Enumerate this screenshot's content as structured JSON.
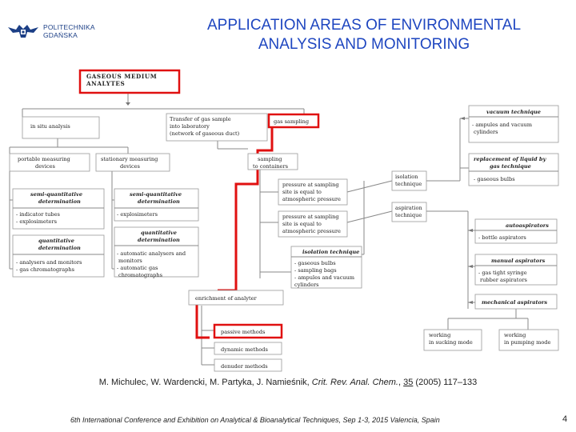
{
  "logo": {
    "line1": "POLITECHNIKA",
    "line2": "GDAŃSKA"
  },
  "title": {
    "line1": "APPLICATION AREAS OF ENVIRONMENTAL",
    "line2": "ANALYSIS AND MONITORING"
  },
  "diagram": {
    "gaseous_medium": [
      "GASEOUS MEDIUM",
      "ANALYTES"
    ],
    "in_situ": "in situ analysis",
    "transfer": [
      "Transfer of gas sample",
      "into laboratory",
      "(network of gaseous duct)"
    ],
    "gas_sampling": "gas sampling",
    "portable": [
      "portable measuring",
      "devices"
    ],
    "stationary": [
      "stationary measuring",
      "devices"
    ],
    "sampling_containers": [
      "sampling",
      "to containers"
    ],
    "semi_quant_left": [
      "semi-quantitative",
      "determination"
    ],
    "semi_quant_left_items": [
      "- indicator tubes",
      "- explosimeters"
    ],
    "semi_quant_right": [
      "semi-quantitative",
      "determination"
    ],
    "semi_quant_right_items": [
      "- explosimeters"
    ],
    "quant_left": [
      "quantitative",
      "determination"
    ],
    "quant_left_items": [
      "- analysers and monitors",
      "- gas chromatographs"
    ],
    "quant_right": [
      "quantitative",
      "determination"
    ],
    "quant_right_items": [
      "- automatic analysers and",
      "monitors",
      "- automatic gas",
      "chromatographs"
    ],
    "pressure_equal": [
      "pressure at sampling",
      "site is equal to",
      "atmospheric pressure"
    ],
    "pressure_lower": [
      "pressure at sampling",
      "site is equal to",
      "atmospheric pressure"
    ],
    "isolation_technique_box": [
      "isolation",
      "technique"
    ],
    "aspiration_technique": [
      "aspiration",
      "technique"
    ],
    "isolation_technique_header": "isolation technique",
    "isolation_items": [
      "- gaseous bulbs",
      "- sampling bags",
      "- ampules and vacuum",
      "cylinders"
    ],
    "enrichment": "enrichment of analyter",
    "passive": "passive methods",
    "dynamic": "dynamic methods",
    "denuder": "denuder methods",
    "vacuum_technique": "vacuum technique",
    "vacuum_items": [
      "- ampules and vacuum",
      "cylinders"
    ],
    "replacement": [
      "replacement of liquid by",
      "gas technique"
    ],
    "gaseous_bulbs": "- gaseous bulbs",
    "autoaspirators": "autoaspirators",
    "autoaspirators_items": [
      "- bottle aspirators"
    ],
    "manual_aspirators": "manual aspirators",
    "manual_items": [
      "- gas tight syringe",
      "rubber aspirators"
    ],
    "mechanical_aspirators": "mechanical aspirators",
    "working_sucking": [
      "working",
      "in sucking mode"
    ],
    "working_pumping": [
      "working",
      "in pumping mode"
    ]
  },
  "citation": {
    "authors": "M. Michulec, W. Wardencki, M. Partyka, J. Namieśnik, ",
    "journal": "Crit. Rev. Anal. Chem.",
    "sep": ", ",
    "volume": "35",
    "rest": " (2005) 117–133"
  },
  "footer": "6th International Conference and Exhibition on Analytical & Bioanalytical Techniques, Sep 1-3, 2015 Valencia, Spain",
  "page_number": "4",
  "colors": {
    "title": "#1e46c0",
    "highlight": "#e01010",
    "logo": "#1c3f86"
  }
}
